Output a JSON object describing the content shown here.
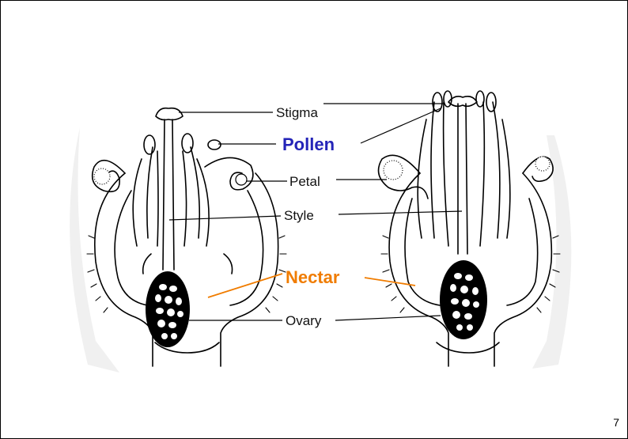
{
  "diagram": {
    "labels": {
      "stigma": "Stigma",
      "pollen": "Pollen",
      "petal": "Petal",
      "style": "Style",
      "nectar": "Nectar",
      "ovary": "Ovary"
    },
    "colors": {
      "pollen": "#2424b8",
      "nectar": "#f07c00",
      "line": "#000000"
    }
  },
  "page_number": "7"
}
